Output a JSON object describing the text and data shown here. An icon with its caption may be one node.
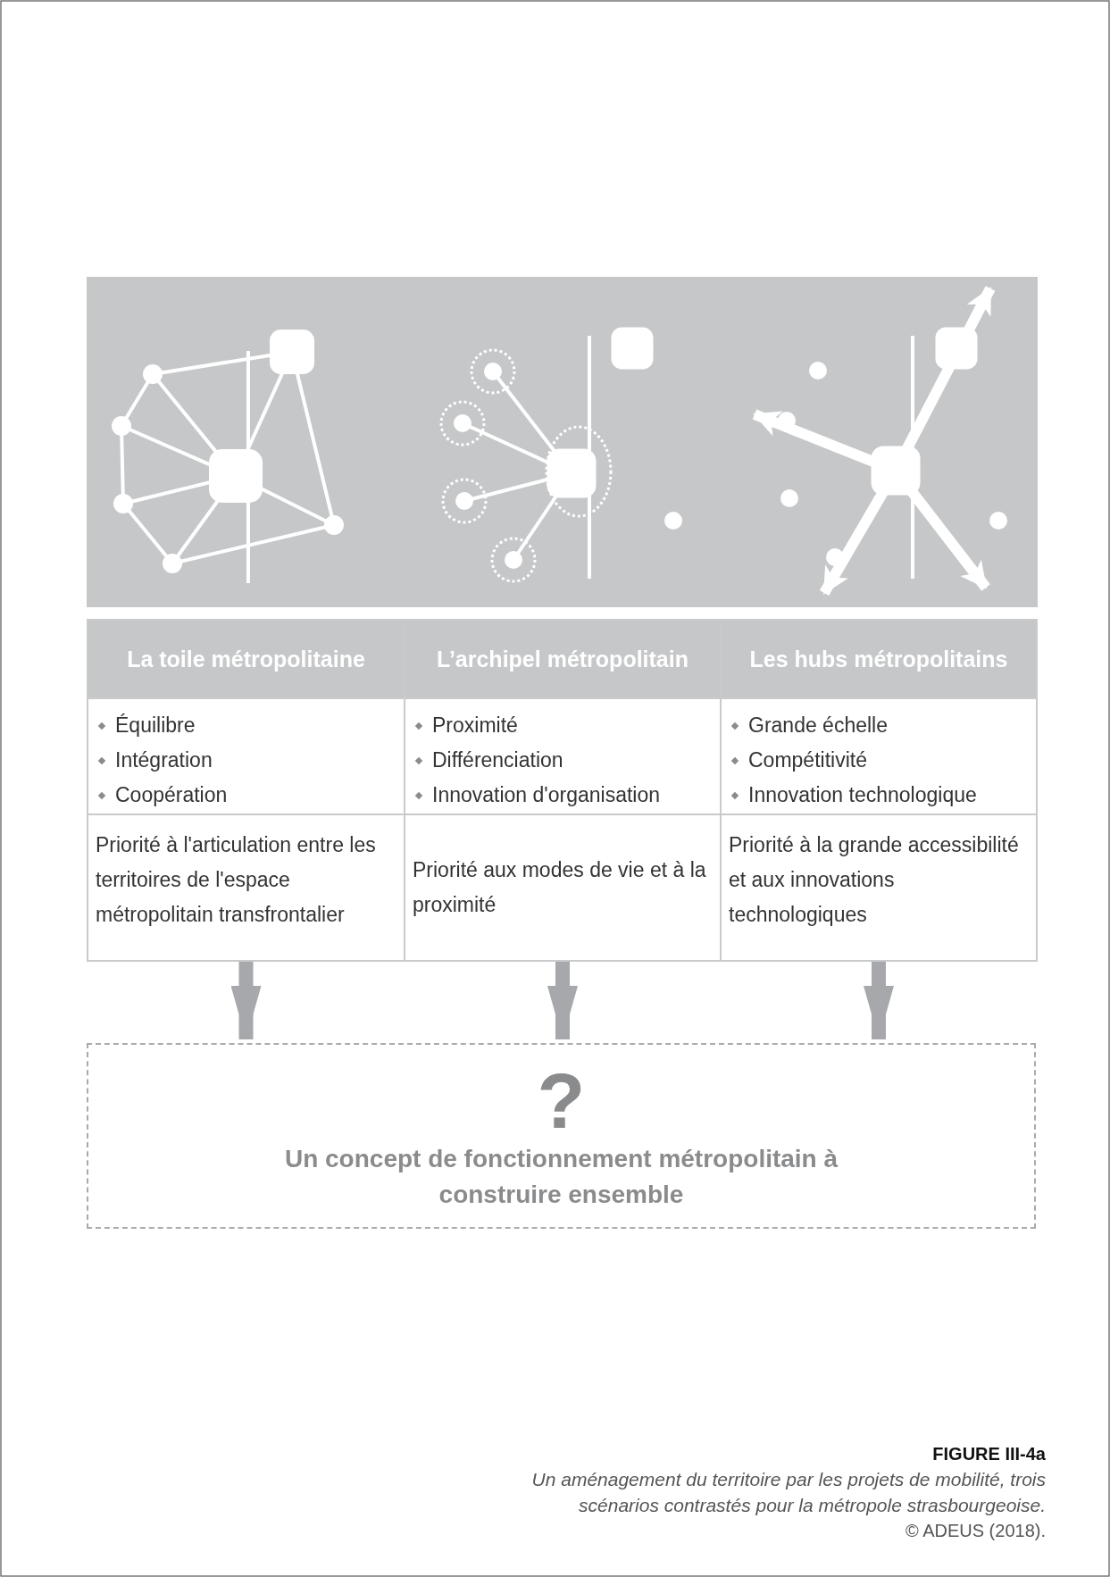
{
  "diagram": {
    "caption": "Un aménagement du territoire par les projets de mobilité, trois scénarios contrastés pour la métropole strasbourgeoise.",
    "nodes": [
      {
        "text": [
          "La toile métropolitaine",
          "Équilibre",
          "Intégration",
          "Coopération",
          "Priorité à l'articulation entre les territoires de l'espace métropolitain transfrontalier"
        ]
      },
      {
        "text": [
          "L’archipel métropolitain",
          "Proximité",
          "Différenciation",
          "Innovation d'organisation",
          "Priorité aux modes de vie et à la proximité"
        ]
      },
      {
        "text": [
          "Les hubs métropolitains",
          "Grande échelle",
          "Compétitivité",
          "Innovation technologique",
          "Priorité à la grande accessibilité et aux innovations technologiques"
        ]
      },
      {
        "text": [
          "?",
          "Un concept de fonctionnement métropolitain à construire ensemble"
        ]
      }
    ],
    "edges": [
      {
        "from": 0,
        "to": 3,
        "arrow": "to"
      },
      {
        "from": 1,
        "to": 3,
        "arrow": "to"
      },
      {
        "from": 2,
        "to": 3,
        "arrow": "to"
      }
    ],
    "labels": [
      "FIGURE III-4a",
      "© ADEUS (2018)."
    ]
  }
}
